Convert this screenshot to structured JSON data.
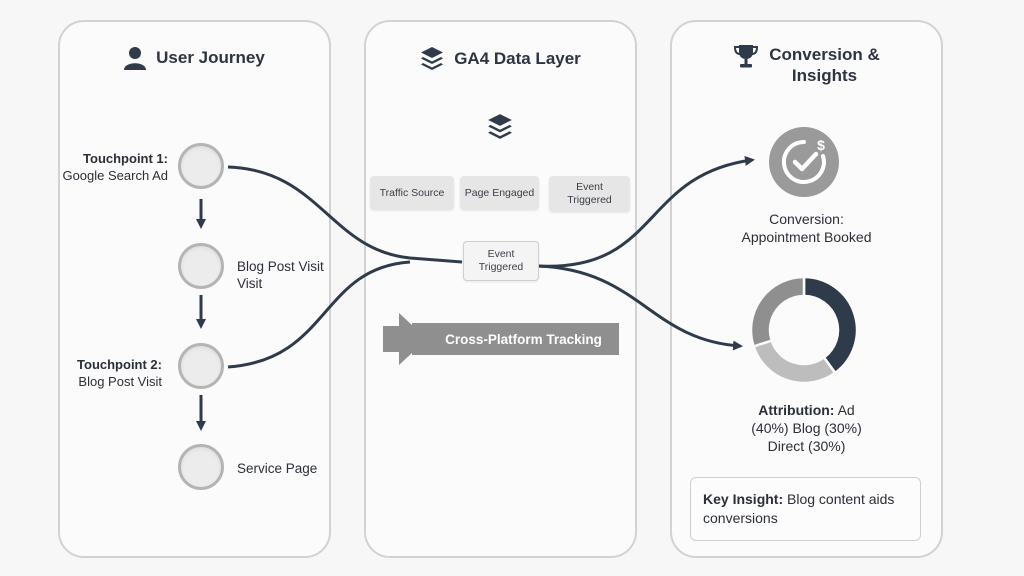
{
  "columns": {
    "user_journey": {
      "title": "User Journey",
      "icon": "user-icon"
    },
    "data_layer": {
      "title": "GA4 Data Layer",
      "icon": "layers-icon"
    },
    "conversion": {
      "title_line1": "Conversion &",
      "title_line2": "Insights",
      "icon": "trophy-icon"
    }
  },
  "journey": {
    "tp1_title": "Touchpoint 1:",
    "tp1_sub": "Google Search Ad",
    "step2_line1": "Blog Post Visit",
    "step2_line2": "Visit",
    "tp2_title": "Touchpoint 2:",
    "tp2_sub": "Blog Post Visit",
    "step4": "Service Page"
  },
  "data_layer": {
    "chips": [
      "Traffic Source",
      "Page Engaged",
      "Event",
      "Triggered"
    ],
    "center_chip_line1": "Event",
    "center_chip_line2": "Triggered",
    "cross_platform": "Cross-Platform Tracking"
  },
  "conversion": {
    "conversion_label_line1": "Conversion:",
    "conversion_label_line2": "Appointment Booked",
    "attribution_title": "Attribution:",
    "attribution_line1_rest": " Ad",
    "attribution_line2": "(40%) Blog (30%)",
    "attribution_line3": "Direct (30%)",
    "insight_title": "Key Insight:",
    "insight_text": " Blog content aids conversions"
  },
  "chart_data": {
    "type": "pie",
    "categories": [
      "Ad",
      "Blog",
      "Direct"
    ],
    "values": [
      40,
      30,
      30
    ]
  },
  "colors": {
    "navy": "#2f3a4b",
    "gray_light": "#bdbdbd",
    "gray_mid": "#8f8f8f",
    "panel_border": "#d2d2d2"
  }
}
